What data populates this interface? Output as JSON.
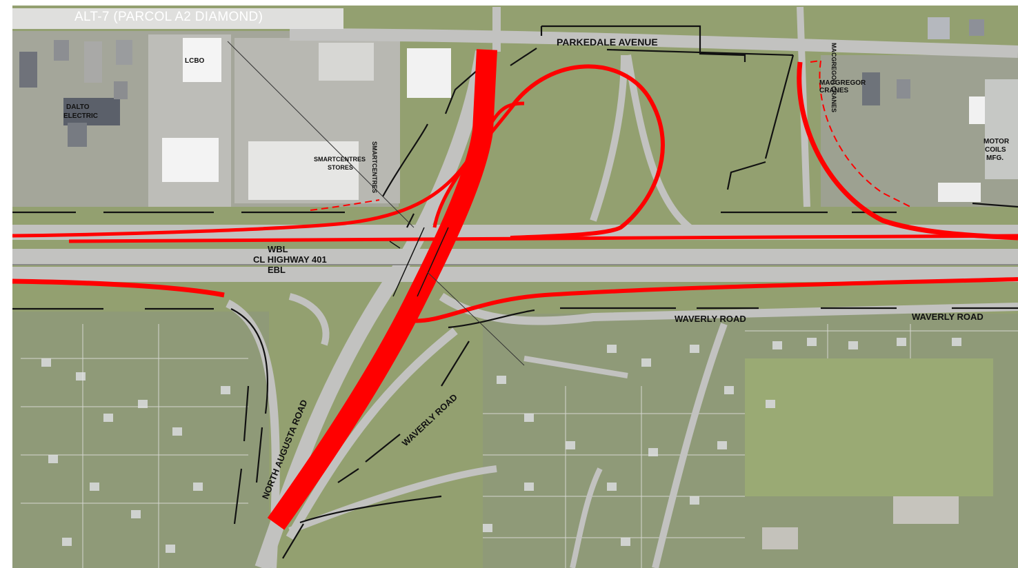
{
  "title": "ALT-7 (PARCOL A2 DIAMOND)",
  "colors": {
    "alignment": "#ff0000",
    "grass": "#93a070",
    "residential": "#8f9a78",
    "pavement": "#c2c2c0",
    "label_text": "#111111"
  },
  "labels": {
    "parkedale": "PARKEDALE AVENUE",
    "lcbo": "LCBO",
    "dalto_1": "DALTO",
    "dalto_2": "ELECTRIC",
    "smartcentres_1": "SMARTCENTRES",
    "smartcentres_2": "STORES",
    "smartcentres_3": "SMARTCENTRES",
    "macgregor_1": "MACGREGOR",
    "macgregor_2": "CRANES",
    "macgregor_vert": "MACGREGOR CRANES",
    "motor_1": "MOTOR",
    "motor_2": "COILS",
    "motor_3": "MFG.",
    "wbl": "WBL",
    "hwy": "CL HIGHWAY 401",
    "ebl": "EBL",
    "waverly_1": "WAVERLY ROAD",
    "waverly_2": "WAVERLY ROAD",
    "waverly_3": "WAVERLY ROAD",
    "north_augusta": "NORTH AUGUSTA ROAD"
  }
}
